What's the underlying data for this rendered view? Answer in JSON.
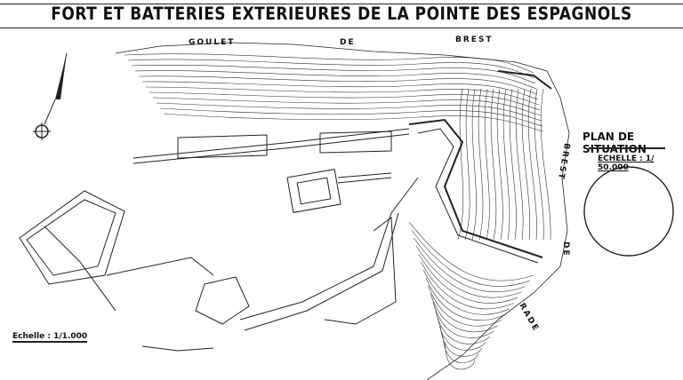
{
  "title": "FORT ET BATTERIES EXTERIEURES DE LA POINTE DES ESPAGNOLS",
  "labels": {
    "goulet": "GOULET",
    "de_top": "DE",
    "brest_top": "BREST",
    "brest_right": "BREST",
    "de_right": "DE",
    "rade": "RADE"
  },
  "plan_de_situation": {
    "heading": "PLAN DE SITUATION",
    "scale": "ECHELLE : 1/ 50.000"
  },
  "main_scale": "Echelle : 1/1.000",
  "icons": [
    "north-arrow-icon"
  ]
}
